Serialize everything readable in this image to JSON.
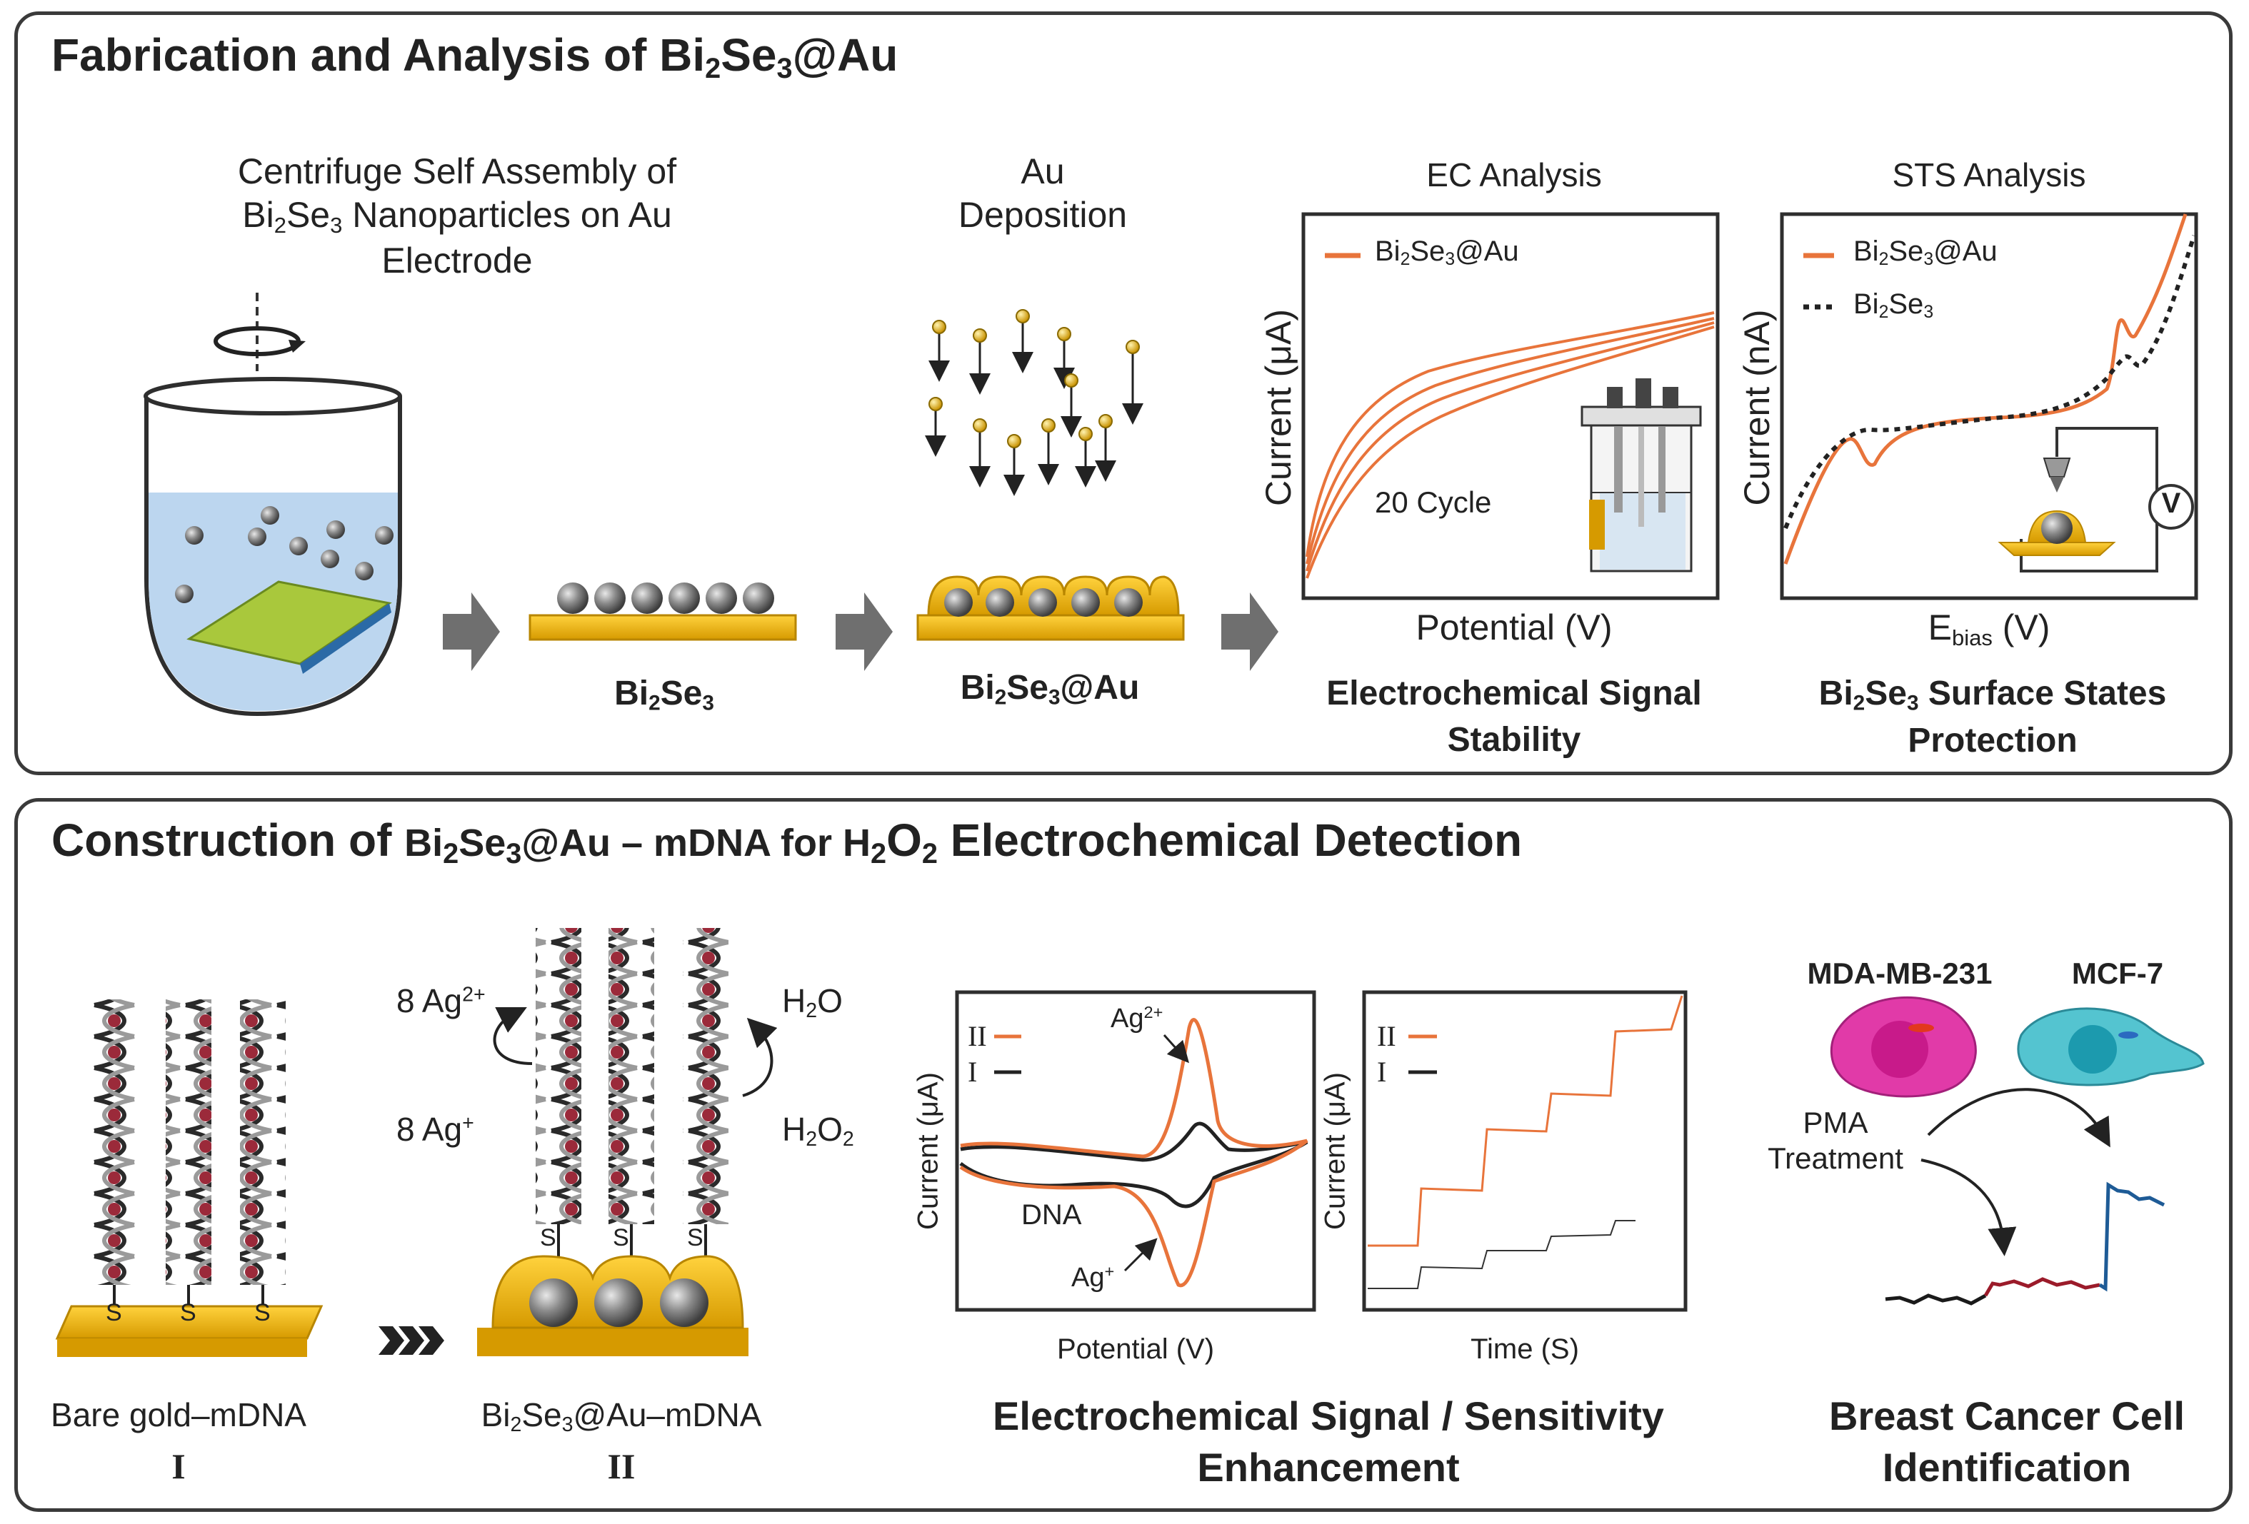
{
  "colors": {
    "accent_orange": "#e8743b",
    "gold": "#f2b81d",
    "gold_dark": "#c99200",
    "liquid_blue": "#bcd6ef",
    "sample_green": "#a9c83c",
    "blue_series": "#1e5b96",
    "red_series": "#9b1b2a",
    "arrow_gray": "#6f6f6f",
    "border": "#3a3a3a"
  },
  "top_panel": {
    "title_prefix": "Fabrication and Analysis of Bi",
    "title_sub1": "2",
    "title_mid": "Se",
    "title_sub2": "3",
    "title_suffix": "@Au",
    "step1": {
      "caption_line1": "Centrifuge Self Assembly of",
      "caption_line2_a": "Bi",
      "caption_line2_s1": "2",
      "caption_line2_b": "Se",
      "caption_line2_s2": "3",
      "caption_line2_c": " Nanoparticles on Au",
      "caption_line3": "Electrode",
      "icon": "rotation-arrow-icon"
    },
    "step2": {
      "label_a": "Bi",
      "label_s1": "2",
      "label_b": "Se",
      "label_s2": "3"
    },
    "step3": {
      "caption_line1": "Au",
      "caption_line2": "Deposition",
      "label_a": "Bi",
      "label_s1": "2",
      "label_b": "Se",
      "label_s2": "3",
      "label_c": "@Au"
    },
    "ec": {
      "header": "EC Analysis",
      "legend_a": "Bi",
      "legend_s1": "2",
      "legend_b": "Se",
      "legend_s2": "3",
      "legend_c": "@Au",
      "annotation": "20 Cycle",
      "ylabel": "Current (μA)",
      "xlabel": "Potential (V)",
      "caption_line1": "Electrochemical Signal",
      "caption_line2": "Stability"
    },
    "sts": {
      "header": "STS Analysis",
      "legend1_a": "Bi",
      "legend1_s1": "2",
      "legend1_b": "Se",
      "legend1_s2": "3",
      "legend1_c": "@Au",
      "legend2_a": "Bi",
      "legend2_s1": "2",
      "legend2_b": "Se",
      "legend2_s2": "3",
      "ylabel": "Current (nA)",
      "xlabel_a": "E",
      "xlabel_sub": "bias",
      "xlabel_b": " (V)",
      "meter_label": "V",
      "caption_line1_a": "Bi",
      "caption_line1_s1": "2",
      "caption_line1_b": "Se",
      "caption_line1_s2": "3",
      "caption_line1_c": " Surface States",
      "caption_line2": "Protection"
    }
  },
  "bottom_panel": {
    "title_a": "Construction of ",
    "title_b": "Bi",
    "title_s1": "2",
    "title_c": "Se",
    "title_s2": "3",
    "title_d": "@Au – mDNA for H",
    "title_s3": "2",
    "title_e": "O",
    "title_s4": "2",
    "title_f": " Electrochemical Detection",
    "electrode1": {
      "thiol": "S",
      "label": "Bare gold–mDNA",
      "roman": "I"
    },
    "electrode2": {
      "thiol": "S",
      "label_a": "Bi",
      "label_s1": "2",
      "label_b": "Se",
      "label_s2": "3",
      "label_c": "@Au–mDNA",
      "roman": "II"
    },
    "reaction": {
      "ag2_a": "8 Ag",
      "ag2_sup": "2+",
      "ag1_a": "8 Ag",
      "ag1_sup": "+",
      "h2o_a": "H",
      "h2o_sub": "2",
      "h2o_b": "O",
      "h2o2_a": "H",
      "h2o2_s1": "2",
      "h2o2_b": "O",
      "h2o2_s2": "2"
    },
    "cv": {
      "legend_ii": "II",
      "legend_i": "I",
      "ag2_a": "Ag",
      "ag2_sup": "2+",
      "ag1_a": "Ag",
      "ag1_sup": "+",
      "dna": "DNA",
      "ylabel": "Current (μA)",
      "xlabel": "Potential (V)"
    },
    "amp": {
      "legend_ii": "II",
      "legend_i": "I",
      "ylabel": "Current (μA)",
      "xlabel": "Time (S)"
    },
    "middle_caption_line1": "Electrochemical Signal / Sensitivity",
    "middle_caption_line2": "Enhancement",
    "cells": {
      "cell1": "MDA-MB-231",
      "cell2": "MCF-7",
      "treatment_line1": "PMA",
      "treatment_line2": "Treatment",
      "caption_line1": "Breast Cancer Cell",
      "caption_line2": "Identification"
    }
  }
}
